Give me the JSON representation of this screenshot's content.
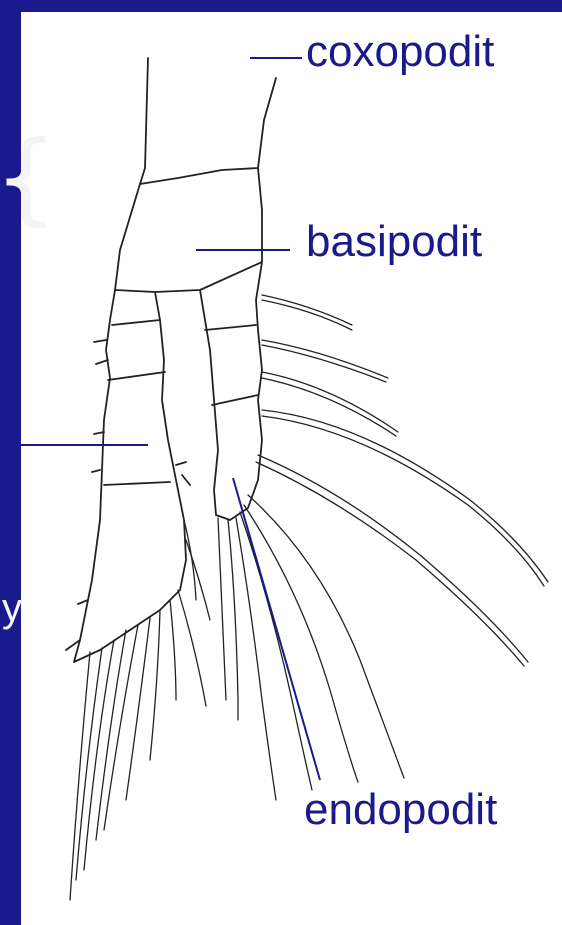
{
  "labels": {
    "coxopodit": "coxopodit",
    "basipodit": "basipodit",
    "endopodit": "endopodit"
  },
  "edge_marks": {
    "brace": "{",
    "letter": "y"
  },
  "colors": {
    "frame_blue": "#1a1a8c",
    "drawing_ink": "#222222",
    "label_color": "#1a1a8c"
  }
}
